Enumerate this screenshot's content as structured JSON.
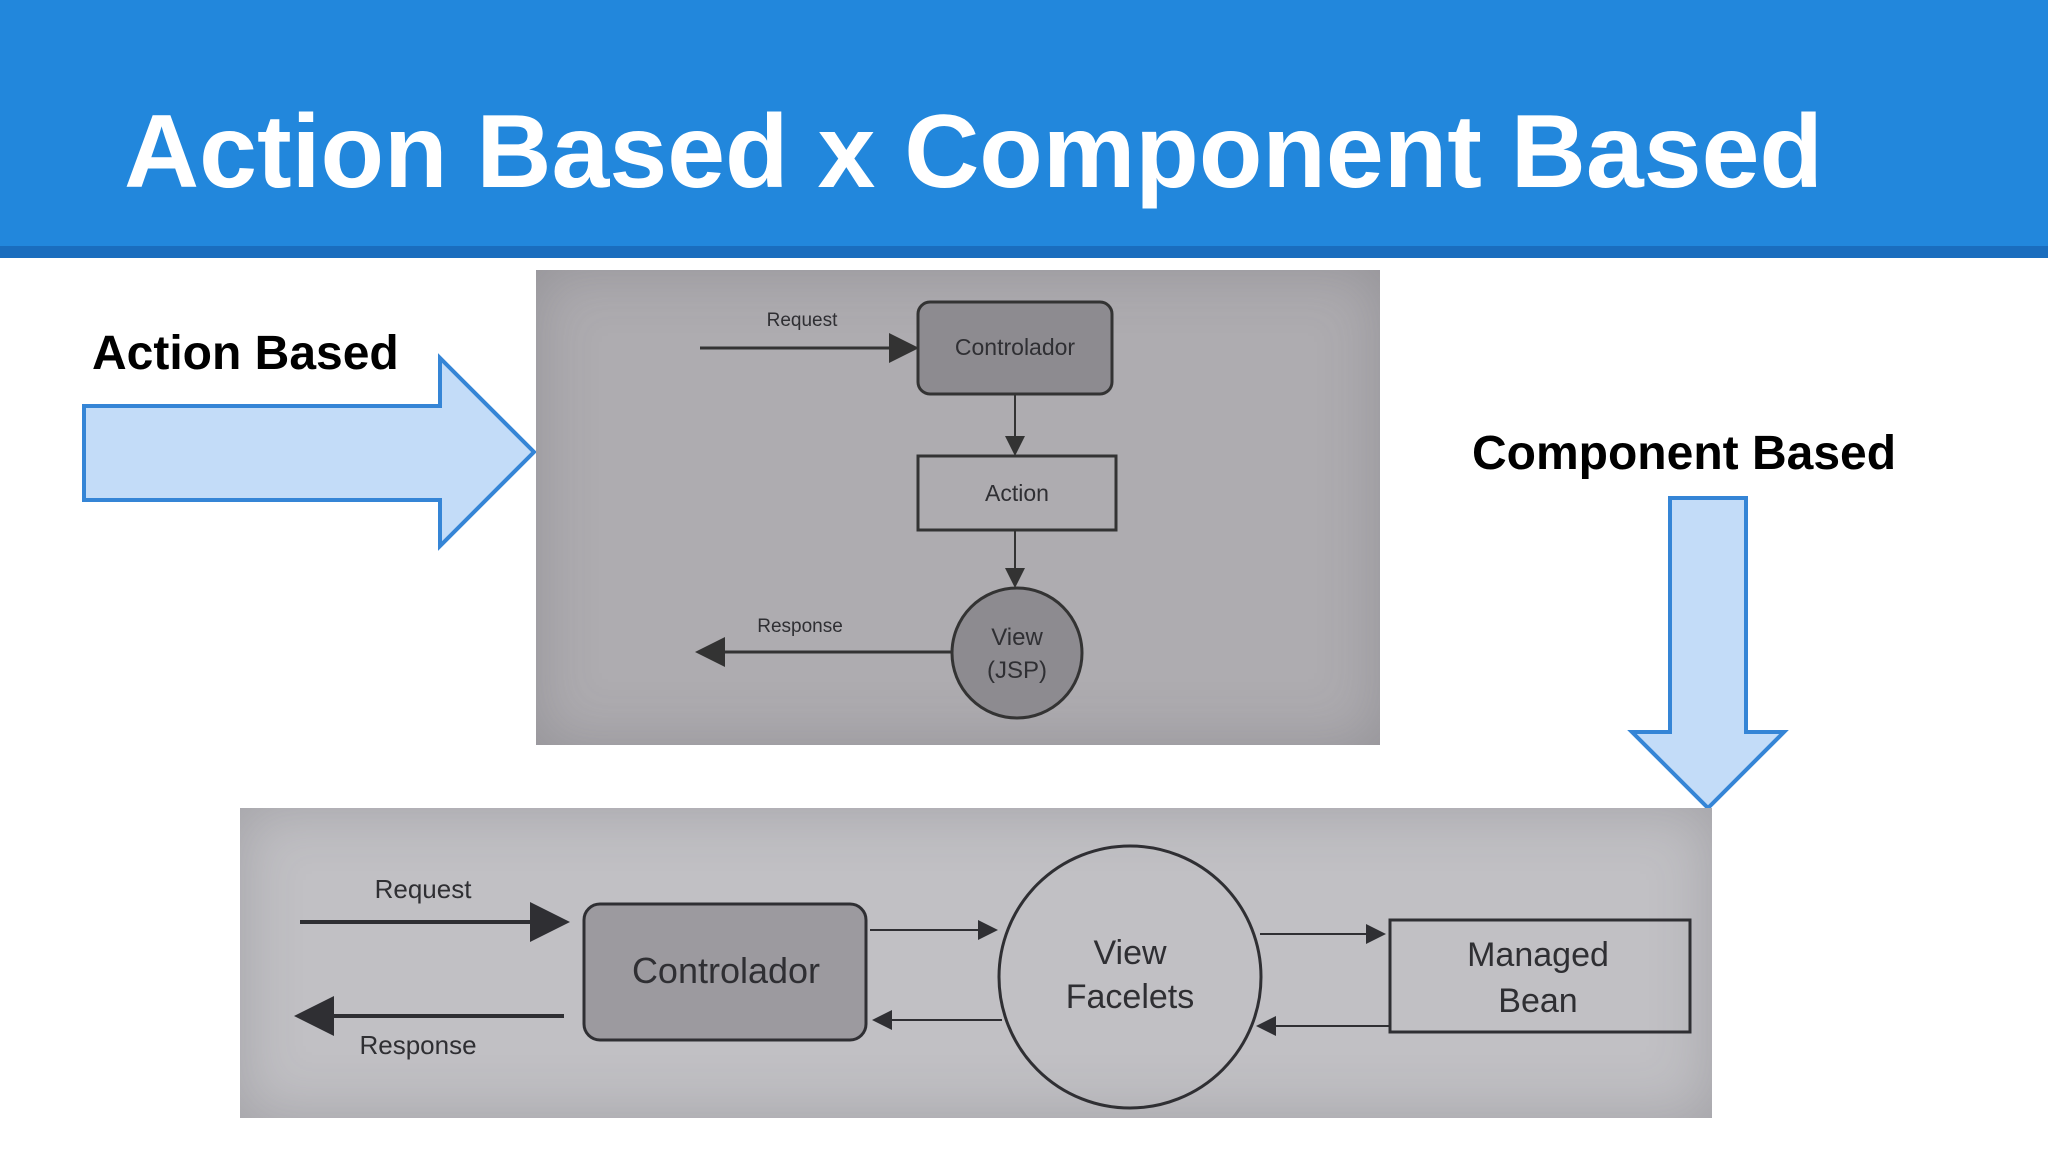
{
  "slide": {
    "title": "Action Based x Component Based",
    "label_action": "Action Based",
    "label_component": "Component Based"
  },
  "action_diagram": {
    "request": "Request",
    "controller": "Controlador",
    "action": "Action",
    "view_line1": "View",
    "view_line2": "(JSP)",
    "response": "Response"
  },
  "component_diagram": {
    "request": "Request",
    "response": "Response",
    "controller": "Controlador",
    "view_line1": "View",
    "view_line2": "Facelets",
    "bean_line1": "Managed",
    "bean_line2": "Bean"
  },
  "colors": {
    "header": "#2287dc",
    "arrow_fill": "#c3dcf8",
    "arrow_stroke": "#3585d6"
  }
}
